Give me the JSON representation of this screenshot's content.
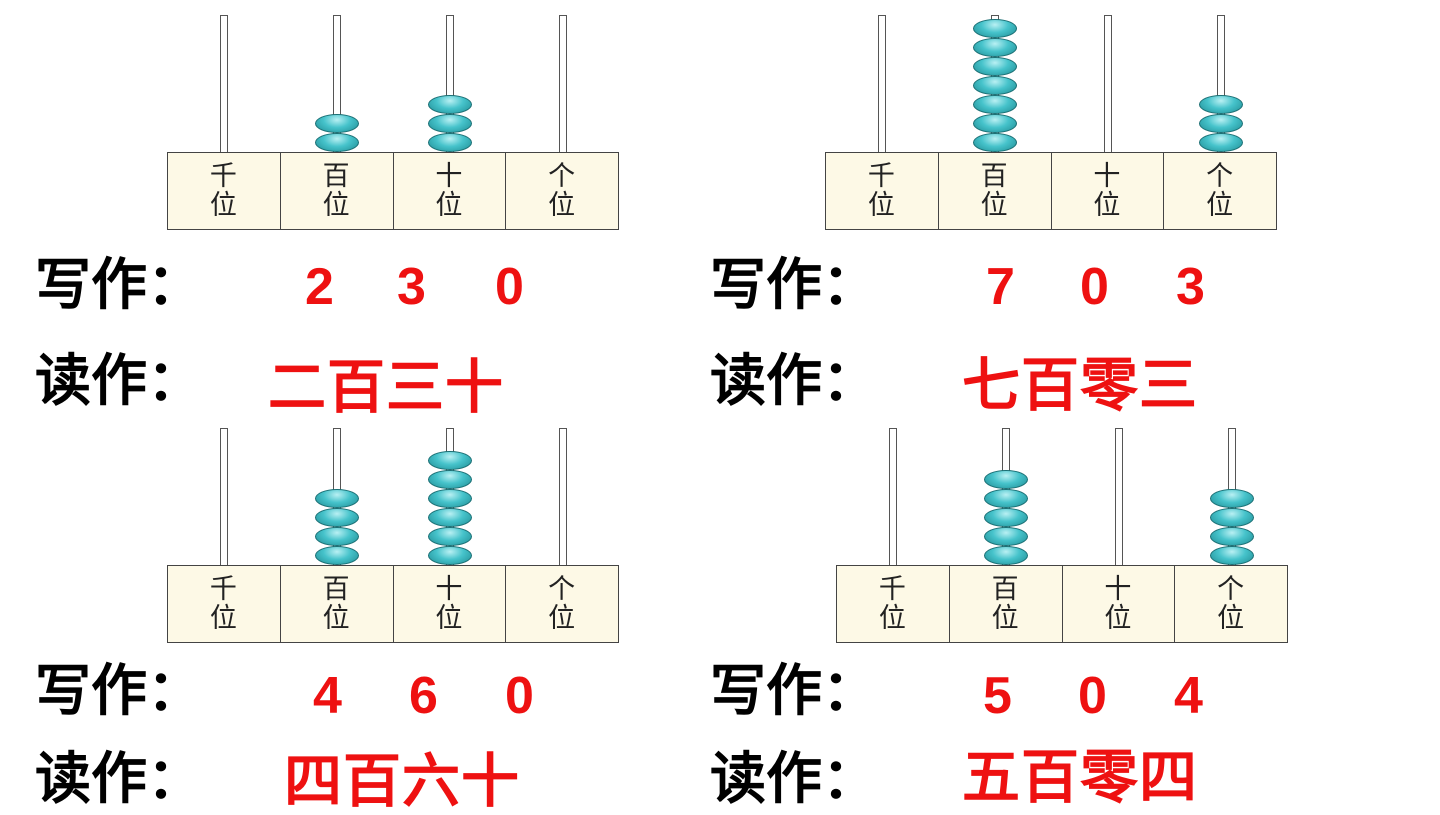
{
  "labels": {
    "write": "写作：",
    "read": "读作："
  },
  "places": [
    "千\n位",
    "百\n位",
    "十\n位",
    "个\n位"
  ],
  "bead_color": "#3fb8c0",
  "number_color": "#ee1111",
  "problems": [
    {
      "beads": [
        0,
        2,
        3,
        0
      ],
      "digits": [
        "2",
        "3",
        "0"
      ],
      "reading": "二百三十"
    },
    {
      "beads": [
        0,
        7,
        0,
        3
      ],
      "digits": [
        "7",
        "0",
        "3"
      ],
      "reading": "七百零三"
    },
    {
      "beads": [
        0,
        4,
        6,
        0
      ],
      "digits": [
        "4",
        "6",
        "0"
      ],
      "reading": "四百六十"
    },
    {
      "beads": [
        0,
        5,
        0,
        4
      ],
      "digits": [
        "5",
        "0",
        "4"
      ],
      "reading": "五百零四"
    }
  ]
}
